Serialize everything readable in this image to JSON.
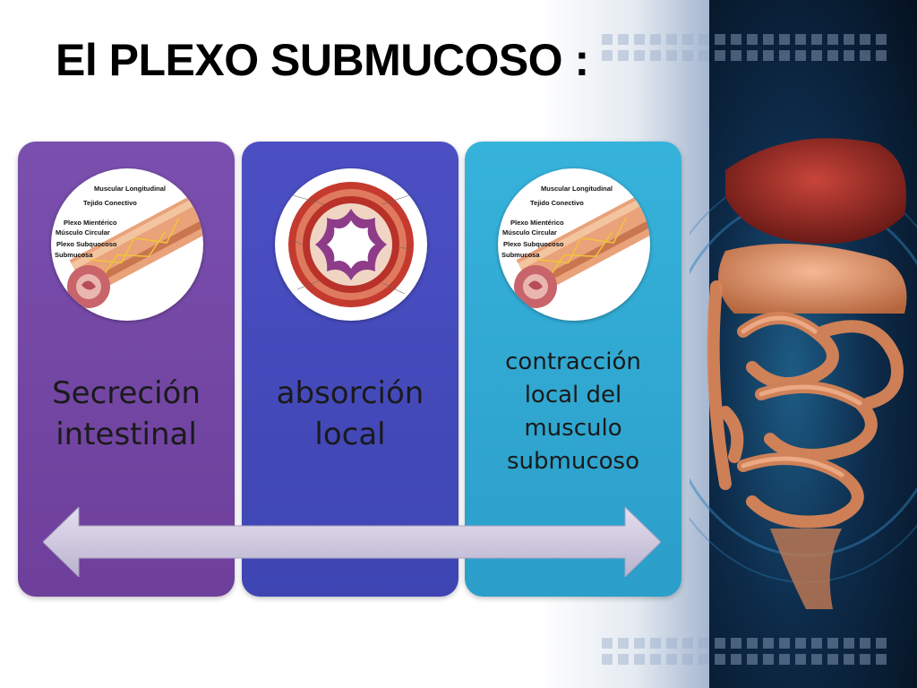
{
  "slide": {
    "title": "El PLEXO SUBMUCOSO :"
  },
  "panels": [
    {
      "lines": [
        "Secreción",
        "intestinal"
      ],
      "image_labels": [
        "Muscular Longitudinal",
        "Tejido Conectivo",
        "Plexo Mientérico",
        "Músculo Circular",
        "Plexo Subquocoso",
        "Submucosa"
      ]
    },
    {
      "lines": [
        "absorción",
        "local"
      ],
      "image_labels": []
    },
    {
      "lines": [
        "contracción",
        "local del",
        "musculo",
        "submucoso"
      ],
      "image_labels": [
        "Muscular Longitudinal",
        "Tejido Conectivo",
        "Plexo Mientérico",
        "Músculo Circular",
        "Plexo Subquocoso",
        "Submucosa"
      ]
    }
  ],
  "colors": {
    "panel_1": "#7a4fae",
    "panel_2": "#4b4fc3",
    "panel_3": "#36b3db",
    "arrow": "#c9c3dc",
    "dark_panel": "#0d2b4a"
  },
  "icons": [
    "double-arrow-icon",
    "intestine-layers-illustration",
    "intestine-cross-section-illustration",
    "digestive-organs-illustration"
  ]
}
